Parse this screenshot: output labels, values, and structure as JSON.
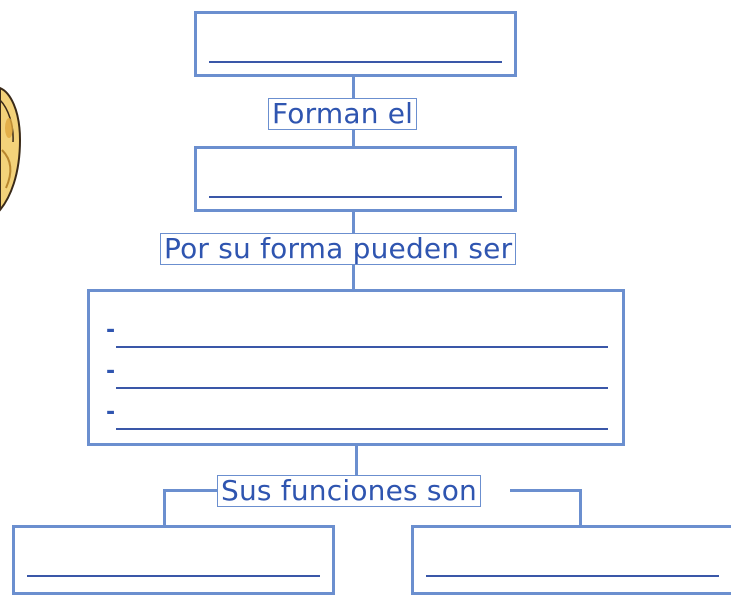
{
  "diagram": {
    "connector_labels": {
      "forman": "Forman el",
      "forma": "Por su forma pueden ser",
      "funciones": "Sus funciones son"
    },
    "list_bullets": [
      "-",
      "-",
      "-"
    ]
  },
  "colors": {
    "box_border": "#6b8fcf",
    "text": "#2f55b0",
    "blank_line": "#3a57a8"
  }
}
